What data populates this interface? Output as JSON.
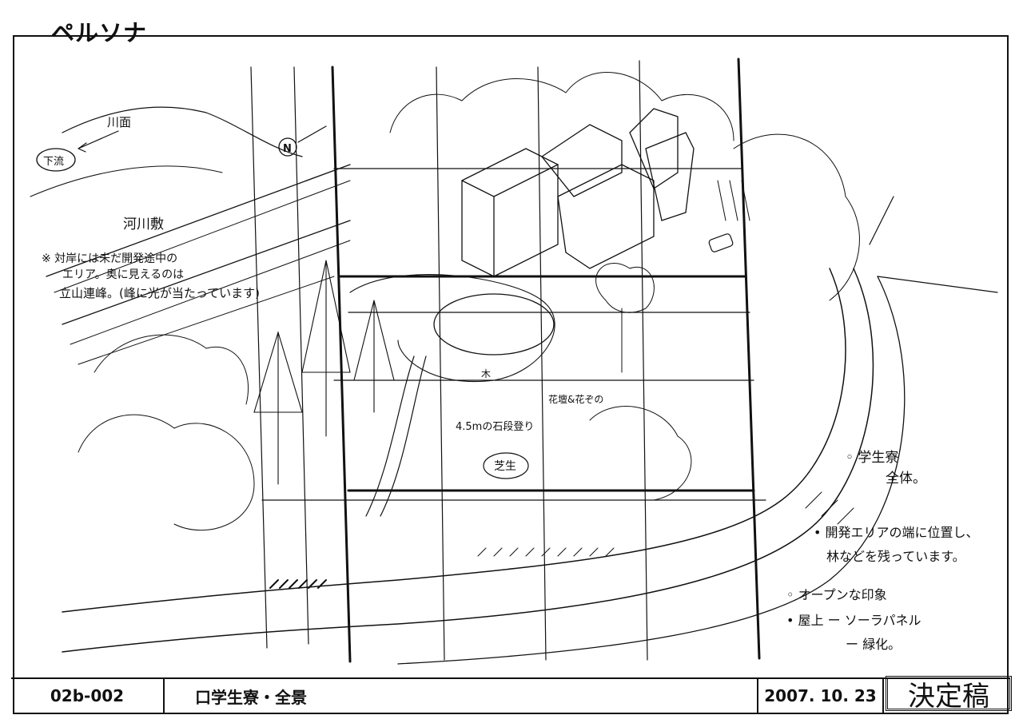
{
  "header": {
    "title": "ペルソナ"
  },
  "annotations": {
    "river_surface": "川面",
    "downstream": "下流",
    "north": "N",
    "riverbed": "河川敷",
    "note_line1": "※ 対岸には未だ開発途中の",
    "note_line2": "エリア。奥に見えるのは",
    "note_line3": "立山連峰。(峰に光が当たっています)",
    "tree": "木",
    "stone_steps": "4.5mの石段登り",
    "flowerbed": "花壇&花ぞの",
    "lawn": "芝生",
    "right_note1": "◦ 学生寮",
    "right_note1b": "全体。",
    "right_note2": "• 開発エリアの端に位置し、",
    "right_note2b": "林などを残っています。",
    "right_note3": "◦ オープンな印象",
    "right_note4": "• 屋上 ー ソーラパネル",
    "right_note4b": "ー 緑化。"
  },
  "footer": {
    "cut_code": "02b-002",
    "scene_title": "口学生寮・全景",
    "date": "2007. 10. 23",
    "status": "決定稿"
  }
}
